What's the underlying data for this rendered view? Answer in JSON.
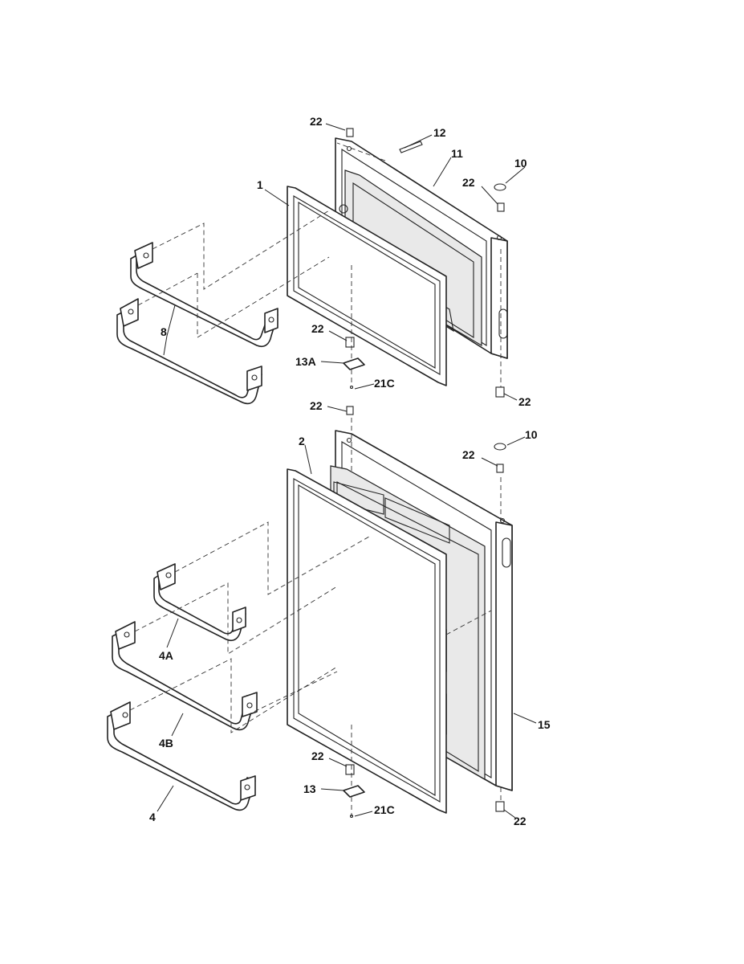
{
  "callouts": {
    "p22_top": "22",
    "p12": "12",
    "p11": "11",
    "p10_top": "10",
    "p22_freezer_top_right": "22",
    "p1": "1",
    "p8": "8",
    "p22_freezer_hinge": "22",
    "p13A": "13A",
    "p21C_top": "21C",
    "p22_freezer_bottom_right": "22",
    "p22_fresh_top": "22",
    "p2": "2",
    "p10_bottom": "10",
    "p22_fresh_top_right": "22",
    "p4A": "4A",
    "p15": "15",
    "p4B": "4B",
    "p22_fresh_hinge": "22",
    "p13": "13",
    "p4": "4",
    "p21C_bottom": "21C",
    "p22_fresh_bottom_right": "22"
  }
}
